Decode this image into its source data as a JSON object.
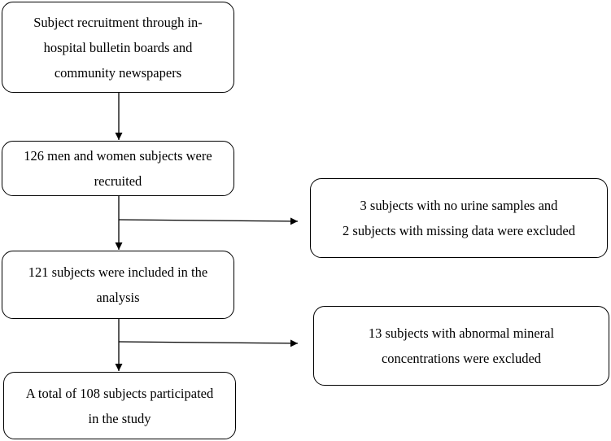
{
  "flowchart": {
    "boxes": {
      "recruitment": {
        "line1": "Subject recruitment through in-",
        "line2": "hospital bulletin boards and",
        "line3": "community newspapers"
      },
      "recruited": {
        "line1": "126 men and women subjects were",
        "line2": "recruited"
      },
      "excluded_missing": {
        "line1": "3 subjects with no urine samples and",
        "line2": "2 subjects with missing data were excluded"
      },
      "included": {
        "line1": "121 subjects were included in the",
        "line2": "analysis"
      },
      "excluded_abnormal": {
        "line1": "13 subjects with abnormal mineral",
        "line2": "concentrations were excluded"
      },
      "participated": {
        "line1": "A total of 108 subjects participated",
        "line2": "in the study"
      }
    },
    "colors": {
      "stroke": "#000000",
      "background": "#ffffff"
    }
  }
}
